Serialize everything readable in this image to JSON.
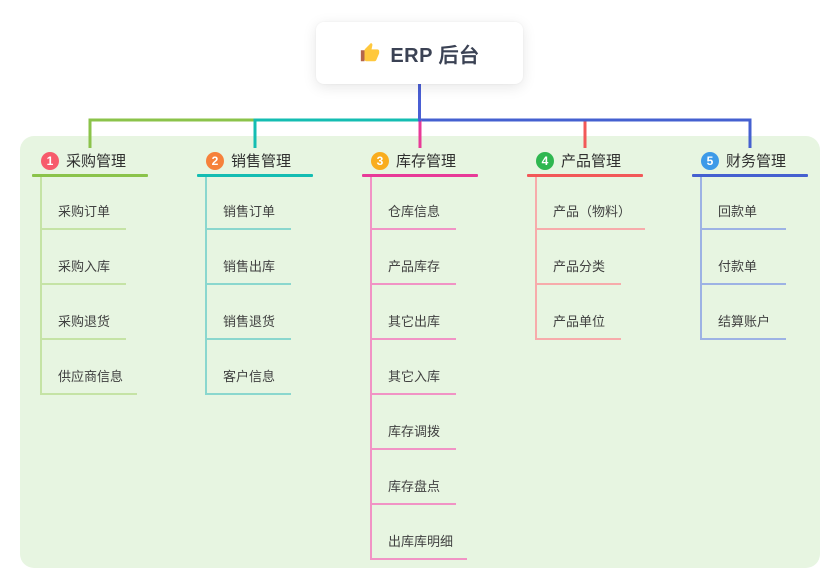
{
  "root": {
    "title": "ERP 后台",
    "icon": "thumbs-up-icon"
  },
  "canvas": {
    "background": "#FFFFFF",
    "panel_background": "#E7F5E1",
    "root_line_color": "#4A5FD4"
  },
  "branches": [
    {
      "num": "1",
      "label": "采购管理",
      "line_color": "#8BC34A",
      "child_line_color": "#C5E3A5",
      "badge_color": "#F75B6B",
      "children": [
        "采购订单",
        "采购入库",
        "采购退货",
        "供应商信息"
      ]
    },
    {
      "num": "2",
      "label": "销售管理",
      "line_color": "#14BDB2",
      "child_line_color": "#8AD7CE",
      "badge_color": "#F6813B",
      "children": [
        "销售订单",
        "销售出库",
        "销售退货",
        "客户信息"
      ]
    },
    {
      "num": "3",
      "label": "库存管理",
      "line_color": "#E83A98",
      "child_line_color": "#F193C5",
      "badge_color": "#F9AD1E",
      "children": [
        "仓库信息",
        "产品库存",
        "其它出库",
        "其它入库",
        "库存调拨",
        "库存盘点",
        "出库库明细"
      ]
    },
    {
      "num": "4",
      "label": "产品管理",
      "line_color": "#F25858",
      "child_line_color": "#F7ABAB",
      "badge_color": "#2FB750",
      "children": [
        "产品（物料）",
        "产品分类",
        "产品单位"
      ]
    },
    {
      "num": "5",
      "label": "财务管理",
      "line_color": "#4560D0",
      "child_line_color": "#9DB2E4",
      "badge_color": "#3D9AE8",
      "children": [
        "回款单",
        "付款单",
        "结算账户"
      ]
    }
  ]
}
